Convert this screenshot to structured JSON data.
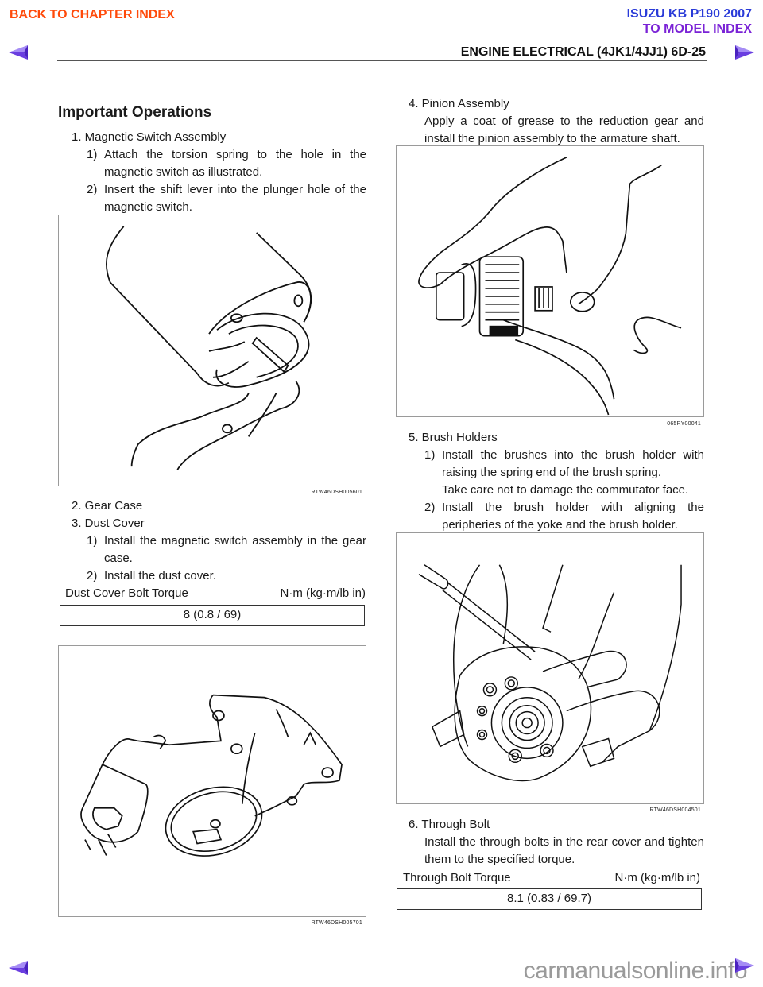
{
  "nav": {
    "back_to_chapter": "BACK TO CHAPTER INDEX",
    "model_title": "ISUZU KB P190 2007",
    "to_model_index": "TO MODEL INDEX",
    "prev_icon": "left-arrow-icon",
    "next_icon": "right-arrow-icon",
    "arrow_color": "#6a3ee0"
  },
  "header": {
    "title": "ENGINE ELECTRICAL (4JK1/4JJ1)  6D-25"
  },
  "left_column": {
    "section_title": "Important Operations",
    "step1": {
      "title": "1.  Magnetic Switch Assembly",
      "sub1_num": "1)",
      "sub1": "Attach the torsion spring to the hole in the magnetic switch as illustrated.",
      "sub2_num": "2)",
      "sub2": "Insert the shift lever into the plunger hole of the magnetic switch.",
      "figure_code": "RTW46DSH005601"
    },
    "step2": {
      "title": "2.  Gear Case"
    },
    "step3": {
      "title": "3.  Dust Cover",
      "sub1_num": "1)",
      "sub1": "Install the magnetic switch assembly in the gear case.",
      "sub2_num": "2)",
      "sub2": "Install the dust cover.",
      "torque_label": "Dust Cover Bolt Torque",
      "torque_unit": "N·m (kg·m/lb in)",
      "torque_value": "8 (0.8 / 69)",
      "figure_code": "RTW46DSH005701"
    }
  },
  "right_column": {
    "step4": {
      "title": "4.  Pinion Assembly",
      "body": "Apply a coat of grease to the reduction gear and install the pinion assembly to the armature shaft.",
      "figure_code": "065RY00041"
    },
    "step5": {
      "title": "5.  Brush Holders",
      "sub1_num": "1)",
      "sub1": "Install the brushes into the brush holder with raising the spring end of the brush spring.",
      "sub1_note": "Take care not to damage the commutator face.",
      "sub2_num": "2)",
      "sub2": "Install the brush holder with aligning the peripheries of the yoke and the brush holder.",
      "figure_code": "RTW46DSH004501"
    },
    "step6": {
      "title": "6.  Through Bolt",
      "body": "Install the through bolts in the rear cover and tighten them to the specified torque.",
      "torque_label": "Through Bolt Torque",
      "torque_unit": "N·m (kg·m/lb in)",
      "torque_value": "8.1 (0.83 / 69.7)"
    }
  },
  "footer": {
    "watermark": "carmanualsonline.info"
  }
}
